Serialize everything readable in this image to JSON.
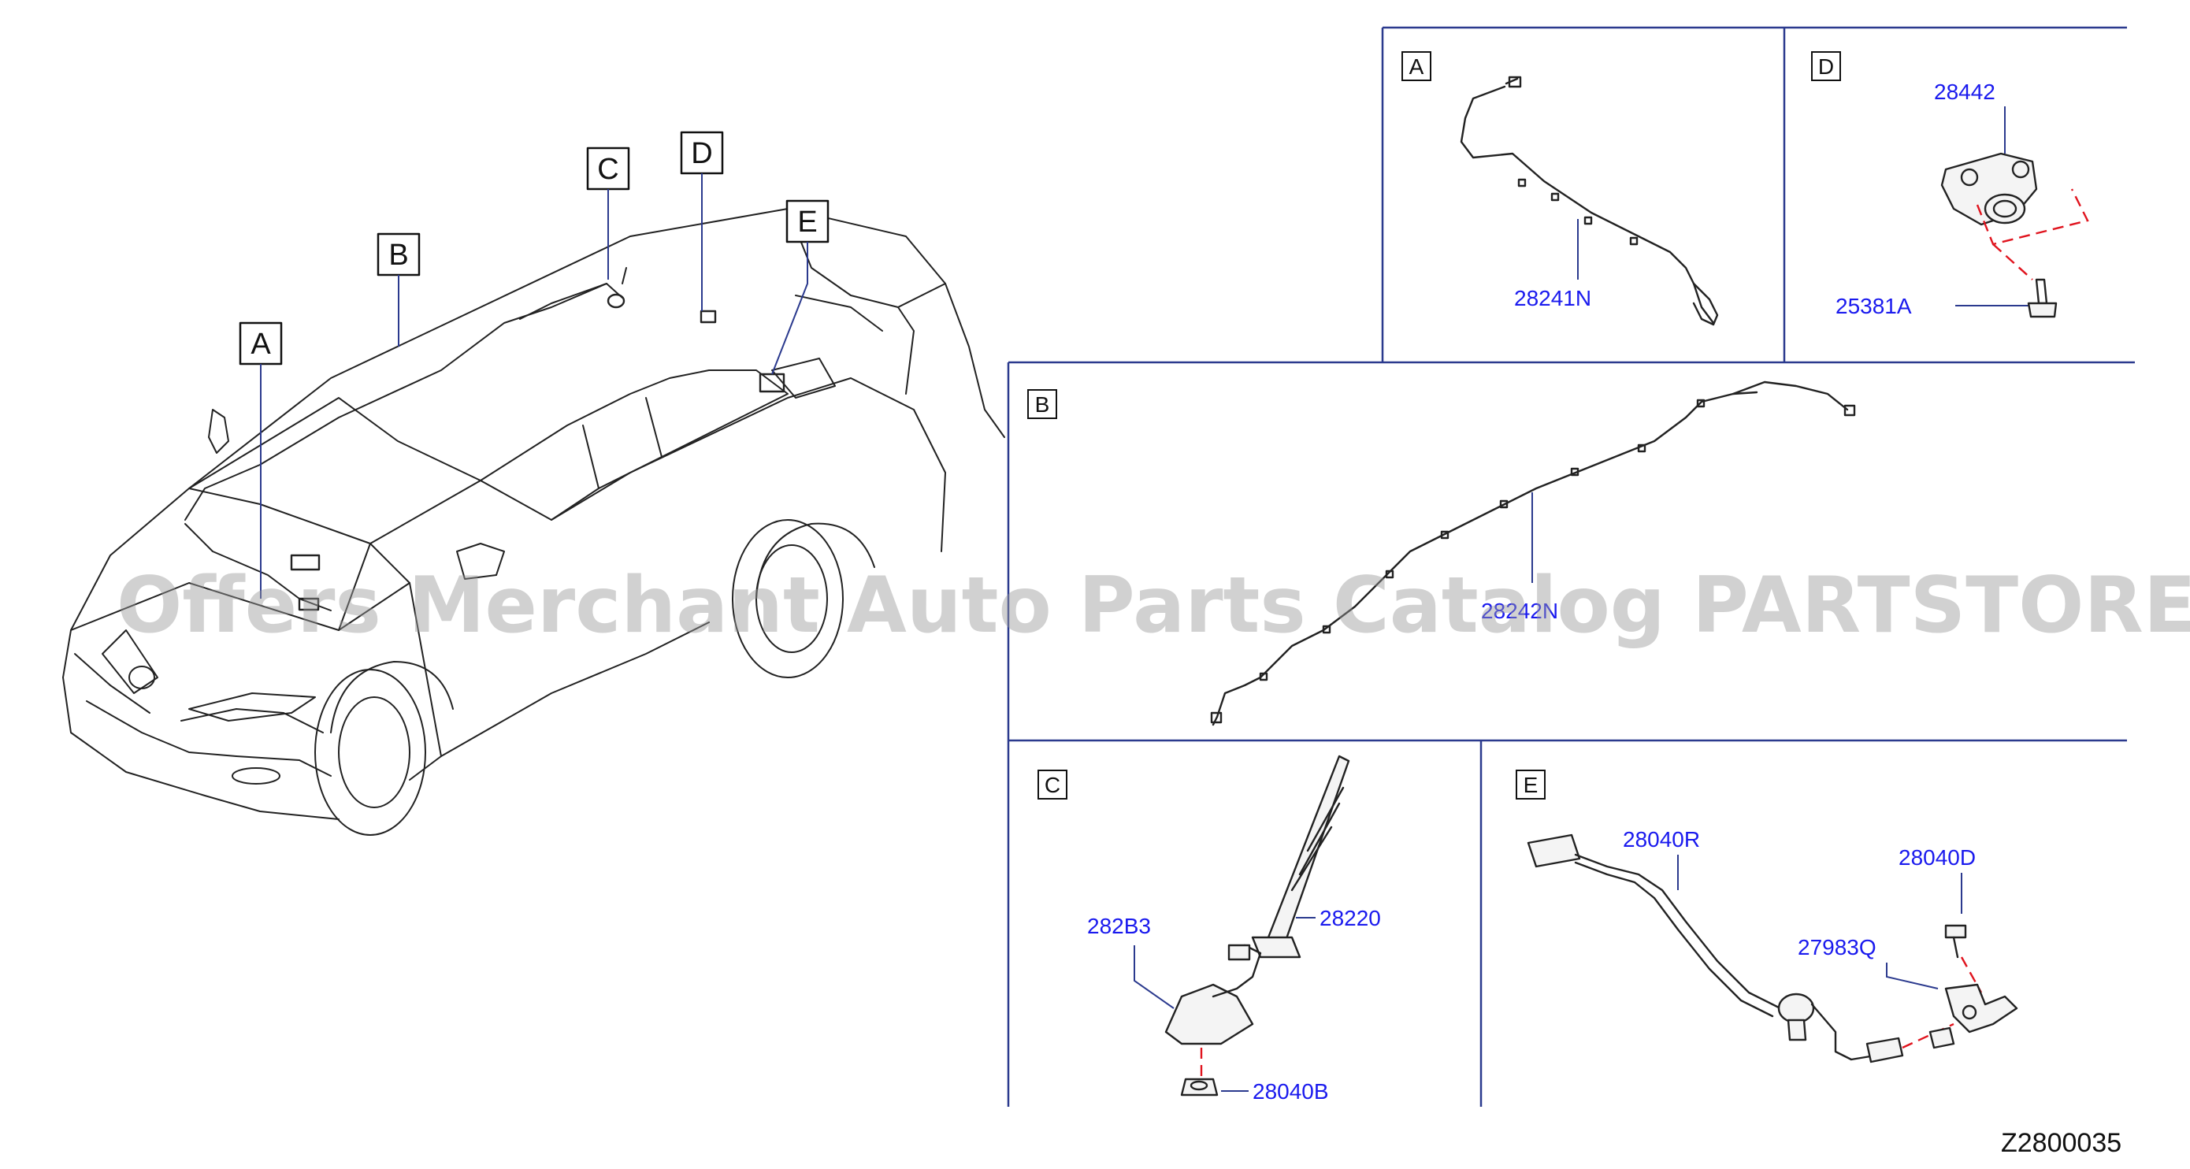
{
  "overview": {
    "callouts": [
      "A",
      "B",
      "C",
      "D",
      "E"
    ]
  },
  "panels": {
    "A": {
      "letter": "A",
      "parts": [
        "28241N"
      ]
    },
    "D": {
      "letter": "D",
      "parts": [
        "28442",
        "25381A"
      ]
    },
    "B": {
      "letter": "B",
      "parts": [
        "28242N"
      ]
    },
    "C": {
      "letter": "C",
      "parts": [
        "282B3",
        "28220",
        "28040B"
      ]
    },
    "E": {
      "letter": "E",
      "parts": [
        "28040R",
        "28040D",
        "27983Q"
      ]
    }
  },
  "watermark": "Offers Merchant Auto Parts Catalog PARTSTORE.SA",
  "diagram_ref": "Z2800035",
  "colors": {
    "part_label": "#1a1aee",
    "frame": "#2b3a8e",
    "alignment_dash": "#e0141e",
    "watermark": "#9a9a9a"
  }
}
